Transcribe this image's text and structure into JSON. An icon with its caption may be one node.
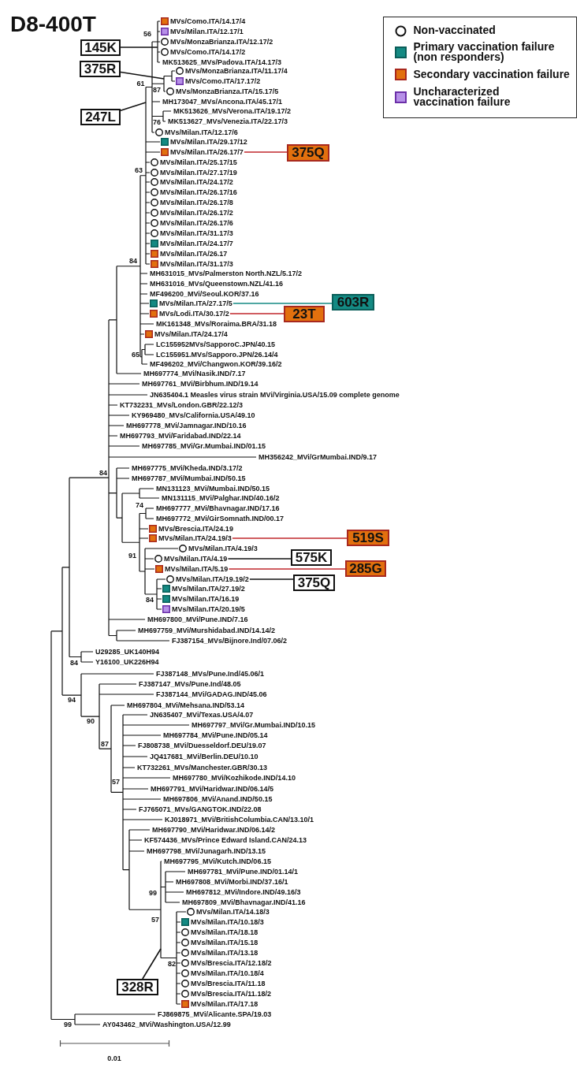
{
  "diagram": {
    "title": "D8-400T",
    "nodes": [
      {
        "text": [
          "145K"
        ]
      },
      {
        "text": [
          "375R"
        ]
      },
      {
        "text": [
          "247L"
        ]
      },
      {
        "text": [
          "MVs/Milan.ITA/26.17/7"
        ]
      },
      {
        "text": [
          "375Q"
        ]
      },
      {
        "text": [
          "MVs/Milan.ITA/27.17/5"
        ]
      },
      {
        "text": [
          "603R"
        ]
      },
      {
        "text": [
          "MVs/Lodi.ITA/30.17/2"
        ]
      },
      {
        "text": [
          "23T"
        ]
      },
      {
        "text": [
          "MVs/Milan.ITA/24.19/3"
        ]
      },
      {
        "text": [
          "519S"
        ]
      },
      {
        "text": [
          "MVs/Milan.ITA/4.19"
        ]
      },
      {
        "text": [
          "575K"
        ]
      },
      {
        "text": [
          "MVs/Milan.ITA/5.19"
        ]
      },
      {
        "text": [
          "285G"
        ]
      },
      {
        "text": [
          "MVs/Milan.ITA/19.19/2"
        ]
      },
      {
        "text": [
          "375Q"
        ]
      },
      {
        "text": [
          "328R"
        ]
      }
    ],
    "edges": [
      {
        "from": 0,
        "to": null,
        "arrow": "none"
      },
      {
        "from": 1,
        "to": null,
        "arrow": "none"
      },
      {
        "from": 2,
        "to": null,
        "arrow": "none"
      },
      {
        "from": 4,
        "to": 3,
        "arrow": "none",
        "color": "#c0272d"
      },
      {
        "from": 6,
        "to": 5,
        "arrow": "none",
        "color": "#148a83"
      },
      {
        "from": 8,
        "to": 7,
        "arrow": "none",
        "color": "#c0272d"
      },
      {
        "from": 10,
        "to": 9,
        "arrow": "none",
        "color": "#c0272d"
      },
      {
        "from": 12,
        "to": 11,
        "arrow": "none"
      },
      {
        "from": 14,
        "to": 13,
        "arrow": "none",
        "color": "#c0272d"
      },
      {
        "from": 16,
        "to": 15,
        "arrow": "none"
      },
      {
        "from": 17,
        "to": null,
        "arrow": "none"
      }
    ],
    "labels": [
      "MVs/Como.ITA/14.17/4",
      "MVs/Milan.ITA/12.17/1",
      "56",
      "MVs/MonzaBrianza.ITA/12.17/2",
      "MVs/Como.ITA/14.17/2",
      "MK513625_MVs/Padova.ITA/14.17/3",
      "MVs/MonzaBrianza.ITA/11.17/4",
      "MVs/Como.ITA/17.17/2",
      "61",
      "87",
      "MVs/MonzaBrianza.ITA/15.17/5",
      "MH173047_MVs/Ancona.ITA/45.17/1",
      "MK513626_MVs/Verona.ITA/19.17/2",
      "76",
      "MK513627_MVs/Venezia.ITA/22.17/3",
      "MVs/Milan.ITA/12.17/6",
      "MVs/Milan.ITA/29.17/12",
      "MVs/Milan.ITA/25.17/15",
      "63",
      "MVs/Milan.ITA/27.17/19",
      "MVs/Milan.ITA/24.17/2",
      "MVs/Milan.ITA/26.17/16",
      "MVs/Milan.ITA/26.17/8",
      "MVs/Milan.ITA/26.17/2",
      "MVs/Milan.ITA/26.17/6",
      "MVs/Milan.ITA/31.17/3",
      "MVs/Milan.ITA/24.17/7",
      "MVs/Milan.ITA/26.17",
      "MVs/Milan.ITA/31.17/3",
      "84",
      "MH631015_MVs/Palmerston North.NZL/5.17/2",
      "MH631016_MVs/Queenstown.NZL/41.16",
      "MF496200_MVi/Seoul.KOR/37.16",
      "MK161348_MVs/Roraima.BRA/31.18",
      "MVs/Milan.ITA/24.17/4",
      "LC155952MVs/SapporoC.JPN/40.15",
      "65",
      "LC155951.MVs/Sapporo.JPN/26.14/4",
      "MF496202_MVi/Changwon.KOR/39.16/2",
      "MH697774_MVi/Nasik.IND/7.17",
      "MH697761_MVi/Birbhum.IND/19.14",
      "JN635404.1 Measles virus strain MVi/Virginia.USA/15.09 complete genome",
      "KT732231_MVs/London.GBR/22.12/3",
      "KY969480_MVs/California.USA/49.10",
      "MH697778_MVi/Jamnagar.IND/10.16",
      "MH697793_MVi/Faridabad.IND/22.14",
      "MH697785_MVi/Gr.Mumbai.IND/01.15",
      "MH356242_MVi/GrMumbai.IND/9.17",
      "MH697775_MVi/Kheda.IND/3.17/2",
      "84",
      "MH697787_MVi/Mumbai.IND/50.15",
      "MN131123_MVi/Mumbai.IND/50.15",
      "MN131115_MVi/Palghar.IND/40.16/2",
      "74",
      "MH697777_MVi/Bhavnagar.IND/17.16",
      "MH697772_MVi/GirSomnath.IND/00.17",
      "MVs/Brescia.ITA/24.19",
      "MVs/Milan.ITA/4.19/3",
      "91",
      "MVs/Milan.ITA/27.19/2",
      "MVs/Milan.ITA/16.19",
      "84",
      "MVs/Milan.ITA/20.19/5",
      "MH697800_MVi/Pune.IND/7.16",
      "MH697759_MVi/Murshidabad.IND/14.14/2",
      "FJ387154_MVs/Bijnore.Ind/07.06/2",
      "U29285_UK140H94",
      "84",
      "Y16100_UK226H94",
      "FJ387148_MVs/Pune.Ind/45.06/1",
      "FJ387147_MVs/Pune.Ind/48.05",
      "94",
      "FJ387144_MVi/GADAG.IND/45.06",
      "MH697804_MVi/Mehsana.IND/53.14",
      "JN635407_MVi/Texas.USA/4.07",
      "90",
      "MH697797_MVi/Gr.Mumbai.IND/10.15",
      "MH697784_MVi/Pune.IND/05.14",
      "87",
      "FJ808738_MVi/Duesseldorf.DEU/19.07",
      "JQ417681_MVi/Berlin.DEU/10.10",
      "KT732261_MVs/Manchester.GBR/30.13",
      "MH697780_MVi/Kozhikode.IND/14.10",
      "57",
      "MH697791_MVi/Haridwar.IND/06.14/5",
      "MH697806_MVi/Anand.IND/50.15",
      "FJ765071_MVs/GANGTOK.IND/22.08",
      "KJ018971_MVi/BritishColumbia.CAN/13.10/1",
      "MH697790_MVi/Haridwar.IND/06.14/2",
      "KF574436_MVs/Prince Edward Island.CAN/24.13",
      "MH697798_MVi/Junagarh.IND/13.15",
      "MH697795_MVi/Kutch.IND/06.15",
      "MH697781_MVi/Pune.IND/01.14/1",
      "MH697808_MVi/Morbi.IND/37.16/1",
      "MH697812_MVi/Indore.IND/49.16/3",
      "99",
      "MH697809_MVi/Bhavnagar.IND/41.16",
      "MVs/Milan.ITA/14.18/3",
      "57",
      "MVs/Milan.ITA/10.18/3",
      "MVs/Milan.ITA/18.18",
      "MVs/Milan.ITA/15.18",
      "MVs/Milan.ITA/13.18",
      "82",
      "MVs/Brescia.ITA/12.18/2",
      "MVs/Milan.ITA/10.18/4",
      "MVs/Brescia.ITA/11.18",
      "MVs/Brescia.ITA/11.18/2",
      "MVs/Milan.ITA/17.18",
      "FJ869875_MVi/Alicante.SPA/19.03",
      "99",
      "AY043462_MVi/Washington.USA/12.99",
      "0.01"
    ],
    "legend": [
      {
        "text": "Non-vaccinated"
      },
      {
        "text": "Primary vaccination failure (non responders)",
        "color": "#148a83"
      },
      {
        "text": "Secondary vaccination failure",
        "color": "#e2700e"
      },
      {
        "text": "Uncharacterized vaccination failure",
        "color": "#b690e8"
      }
    ]
  }
}
